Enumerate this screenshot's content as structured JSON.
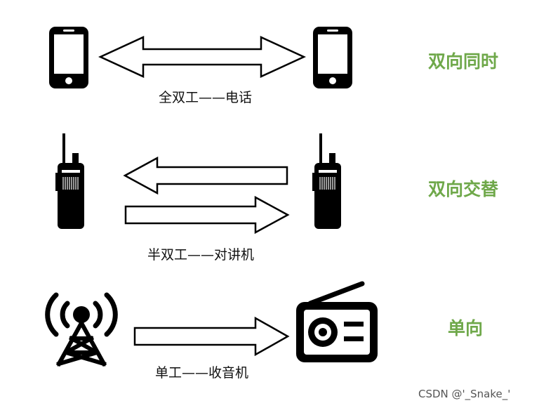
{
  "rows": [
    {
      "caption": "全双工——电话",
      "mode_label": "双向同时",
      "left_device_icon": "smartphone-icon",
      "right_device_icon": "smartphone-icon",
      "arrow_icon": "double-headed-arrow-icon"
    },
    {
      "caption": "半双工——对讲机",
      "mode_label": "双向交替",
      "left_device_icon": "walkie-talkie-icon",
      "right_device_icon": "walkie-talkie-icon",
      "arrow_icon": "opposing-arrows-icon"
    },
    {
      "caption": "单工——收音机",
      "mode_label": "单向",
      "left_device_icon": "broadcast-tower-icon",
      "right_device_icon": "radio-icon",
      "arrow_icon": "right-arrow-icon"
    }
  ],
  "watermark": "CSDN @'_Snake_'",
  "colors": {
    "label_green": "#6fa84a",
    "icon_black": "#000000",
    "arrow_stroke": "#000000",
    "arrow_fill": "#ffffff"
  }
}
